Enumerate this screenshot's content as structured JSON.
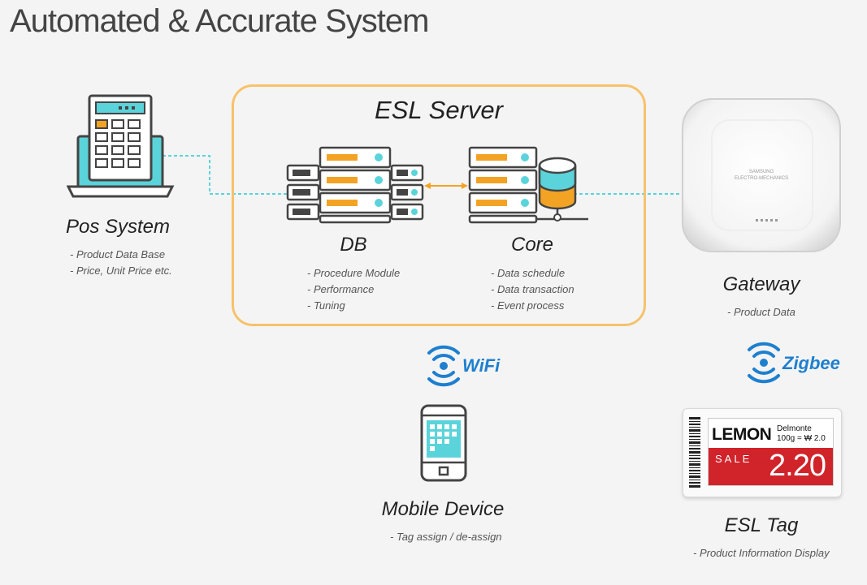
{
  "title": "Automated & Accurate System",
  "server": {
    "title": "ESL Server",
    "db": {
      "label": "DB",
      "items": [
        "- Procedure Module",
        "- Performance",
        "- Tuning"
      ]
    },
    "core": {
      "label": "Core",
      "items": [
        "- Data schedule",
        "- Data transaction",
        "- Event process"
      ]
    }
  },
  "pos": {
    "label": "Pos System",
    "items": [
      "- Product Data Base",
      "- Price, Unit Price etc."
    ]
  },
  "gateway": {
    "label": "Gateway",
    "items": [
      "- Product Data"
    ],
    "device_text": [
      "SAMSUNG",
      "ELECTRO-MECHANICS"
    ]
  },
  "mobile": {
    "label": "Mobile Device",
    "items": [
      "- Tag assign / de-assign"
    ]
  },
  "esl_tag": {
    "label": "ESL Tag",
    "items": [
      "- Product Information Display"
    ],
    "screen": {
      "product": "LEMON",
      "brand": "Delmonte",
      "unit": "100g = ₩ 2.0",
      "sale": "SALE",
      "price": "2.20"
    }
  },
  "wifi_label": "WiFi",
  "zigbee_label": "Zigbee",
  "colors": {
    "server_border": "#f7c26b",
    "teal": "#5bd3da",
    "orange": "#f3a324",
    "link_blue": "#1e7fcf",
    "tag_red": "#d1232a"
  }
}
